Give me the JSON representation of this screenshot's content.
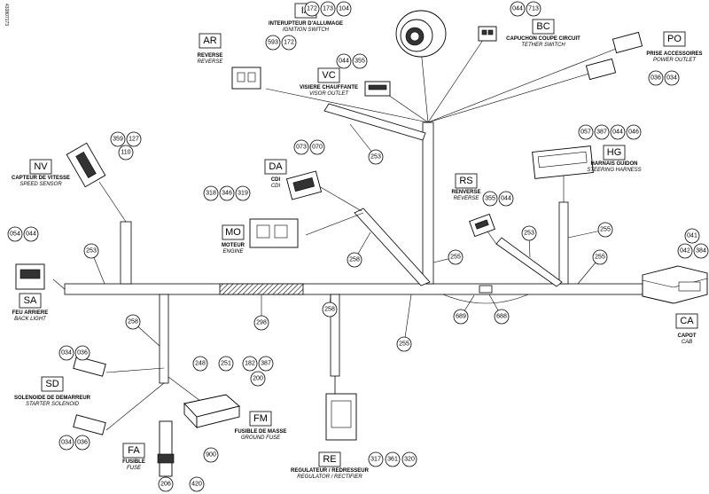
{
  "side_code": "433807173",
  "trunk_wire_ref": "298",
  "connectors": [
    {
      "key": "IA",
      "code": "IA",
      "fr": "INTERUPTEUR D'ALLUMAGE",
      "en": "IGNITION SWITCH",
      "refs": [
        "172",
        "173",
        "104"
      ]
    },
    {
      "key": "BC",
      "code": "BC",
      "fr": "CAPUCHON COUPE CIRCUIT",
      "en": "TETHER SWITCH",
      "refs": [
        "044",
        "713"
      ]
    },
    {
      "key": "PO",
      "code": "PO",
      "fr": "PRISE ACCESSOIRES",
      "en": "POWER OUTLET",
      "refs": [
        "036",
        "034"
      ]
    },
    {
      "key": "AR",
      "code": "AR",
      "fr": "REVERSE",
      "en": "REVERSE",
      "refs": [
        "593",
        "172"
      ]
    },
    {
      "key": "VC",
      "code": "VC",
      "fr": "VISIERE CHAUFFANTE",
      "en": "VISOR OUTLET",
      "refs": [
        "044",
        "355"
      ]
    },
    {
      "key": "NV",
      "code": "NV",
      "fr": "CAPTEUR DE VITESSE",
      "en": "SPEED SENSOR",
      "refs": [
        "359",
        "127",
        "110"
      ]
    },
    {
      "key": "DA",
      "code": "DA",
      "fr": "CDI",
      "en": "CDI",
      "refs": [
        "073",
        "070"
      ]
    },
    {
      "key": "HG",
      "code": "HG",
      "fr": "HARNAIS GUIDON",
      "en": "STEERING HARNESS",
      "refs": [
        "057",
        "387",
        "044",
        "046"
      ]
    },
    {
      "key": "MO",
      "code": "MO",
      "fr": "MOTEUR",
      "en": "ENGINE",
      "refs": [
        "318",
        "346",
        "319"
      ]
    },
    {
      "key": "RS",
      "code": "RS",
      "fr": "RENVERSE",
      "en": "REVERSE",
      "refs": [
        "355",
        "044"
      ]
    },
    {
      "key": "SA",
      "code": "SA",
      "fr": "FEU ARRIERE",
      "en": "BACK LIGHT",
      "refs": [
        "054",
        "044"
      ]
    },
    {
      "key": "CA",
      "code": "CA",
      "fr": "CAPOT",
      "en": "CAB",
      "refs": [
        "041",
        "042",
        "384"
      ]
    },
    {
      "key": "SD",
      "code": "SD",
      "fr": "SOLENOIDE DE DEMARREUR",
      "en": "STARTER SOLENOID",
      "refs": [
        "034",
        "036",
        "034",
        "036"
      ]
    },
    {
      "key": "FM",
      "code": "FM",
      "fr": "FUSIBLE DE MASSE",
      "en": "GROUND FUSE",
      "refs": [
        "248",
        "251",
        "182",
        "387",
        "200"
      ]
    },
    {
      "key": "FA",
      "code": "FA",
      "fr": "FUSIBLE",
      "en": "FUSE",
      "refs": [
        "900",
        "206",
        "420"
      ]
    },
    {
      "key": "RE",
      "code": "RE",
      "fr": "REGULATEUR / REDRESSEUR",
      "en": "REGULATOR / RECTIFIER",
      "refs": [
        "317",
        "361",
        "320"
      ]
    }
  ],
  "wire_callouts": {
    "w253a": "253",
    "w253b": "253",
    "w253c": "253",
    "w258a": "258",
    "w258b": "258",
    "w258c": "258",
    "w255a": "255",
    "w255b": "255",
    "w255c": "255",
    "w255d": "255",
    "w689": "689",
    "w688": "688"
  }
}
